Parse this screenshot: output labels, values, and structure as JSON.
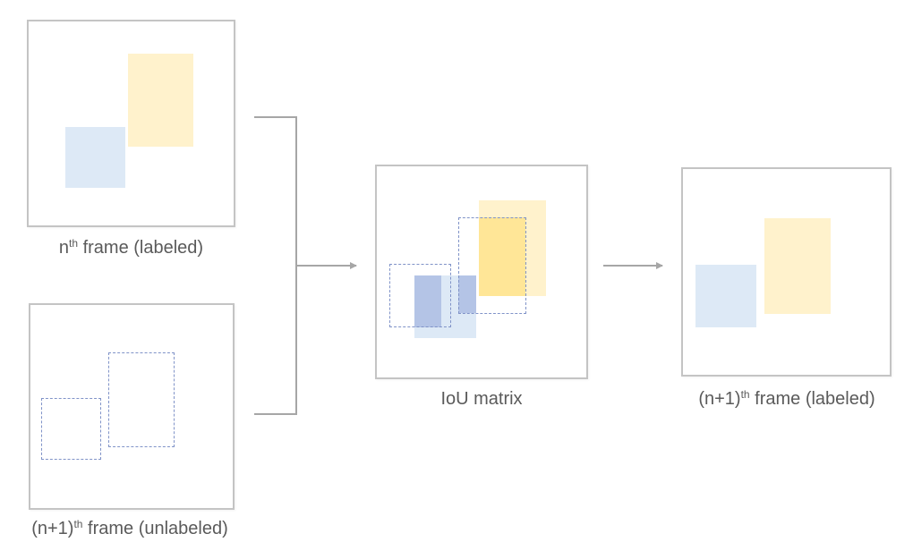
{
  "colors": {
    "frame_border": "#c4c4c4",
    "blue_box": "#dde9f6",
    "yellow_box": "#fff2cc",
    "overlap_blue": "#b4c4e6",
    "overlap_yellow": "#ffe697",
    "dashed_border": "#8093c8",
    "connector": "#a6a6a6",
    "label_text": "#5a5a5a"
  },
  "labels": {
    "nth_frame": {
      "prefix": "n",
      "sup": "th",
      "suffix": " frame (labeled)"
    },
    "next_frame_unlabeled": {
      "prefix": "(n+1)",
      "sup": "th",
      "suffix": " frame (unlabeled)"
    },
    "iou_matrix": "IoU matrix",
    "next_frame_labeled": {
      "prefix": "(n+1)",
      "sup": "th",
      "suffix": " frame (labeled)"
    }
  }
}
